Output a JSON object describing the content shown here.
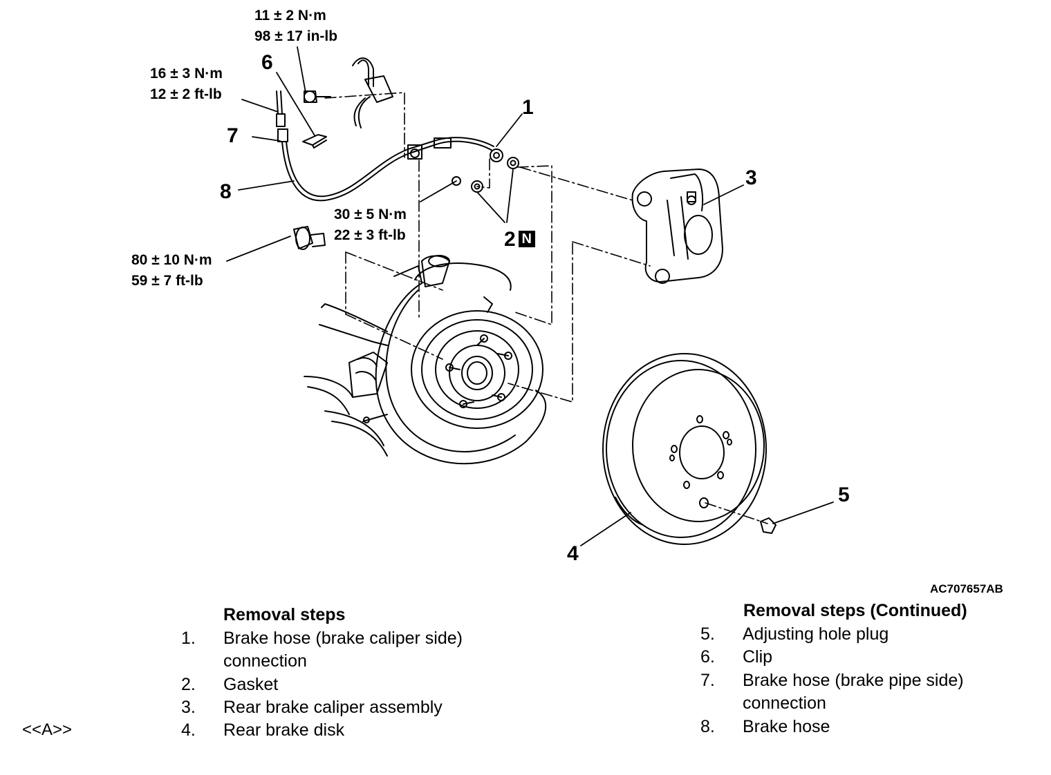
{
  "figure_id": "AC707657AB",
  "torques": {
    "t1": [
      "11 ± 2 N·m",
      "98 ± 17 in-lb"
    ],
    "t2": [
      "16 ± 3 N·m",
      "12 ± 2 ft-lb"
    ],
    "t3": [
      "30 ± 5 N·m",
      "22 ± 3 ft-lb"
    ],
    "t4": [
      "80 ± 10 N·m",
      "59 ± 7 ft-lb"
    ]
  },
  "callouts": [
    "1",
    "2",
    "3",
    "4",
    "5",
    "6",
    "7",
    "8"
  ],
  "new_part_badge": "N",
  "removal_steps": {
    "title": "Removal steps",
    "items": [
      {
        "num": "1.",
        "lines": [
          "Brake hose (brake caliper side)",
          "connection"
        ]
      },
      {
        "num": "2.",
        "lines": [
          "Gasket"
        ]
      },
      {
        "num": "3.",
        "lines": [
          "Rear brake caliper assembly"
        ]
      },
      {
        "num": "4.",
        "lines": [
          "Rear brake disk"
        ],
        "note": "<<A>>"
      }
    ]
  },
  "removal_steps_continued": {
    "title": "Removal steps (Continued)",
    "items": [
      {
        "num": "5.",
        "lines": [
          "Adjusting hole plug"
        ]
      },
      {
        "num": "6.",
        "lines": [
          "Clip"
        ]
      },
      {
        "num": "7.",
        "lines": [
          "Brake hose (brake pipe side)",
          "connection"
        ]
      },
      {
        "num": "8.",
        "lines": [
          "Brake hose"
        ]
      }
    ]
  }
}
